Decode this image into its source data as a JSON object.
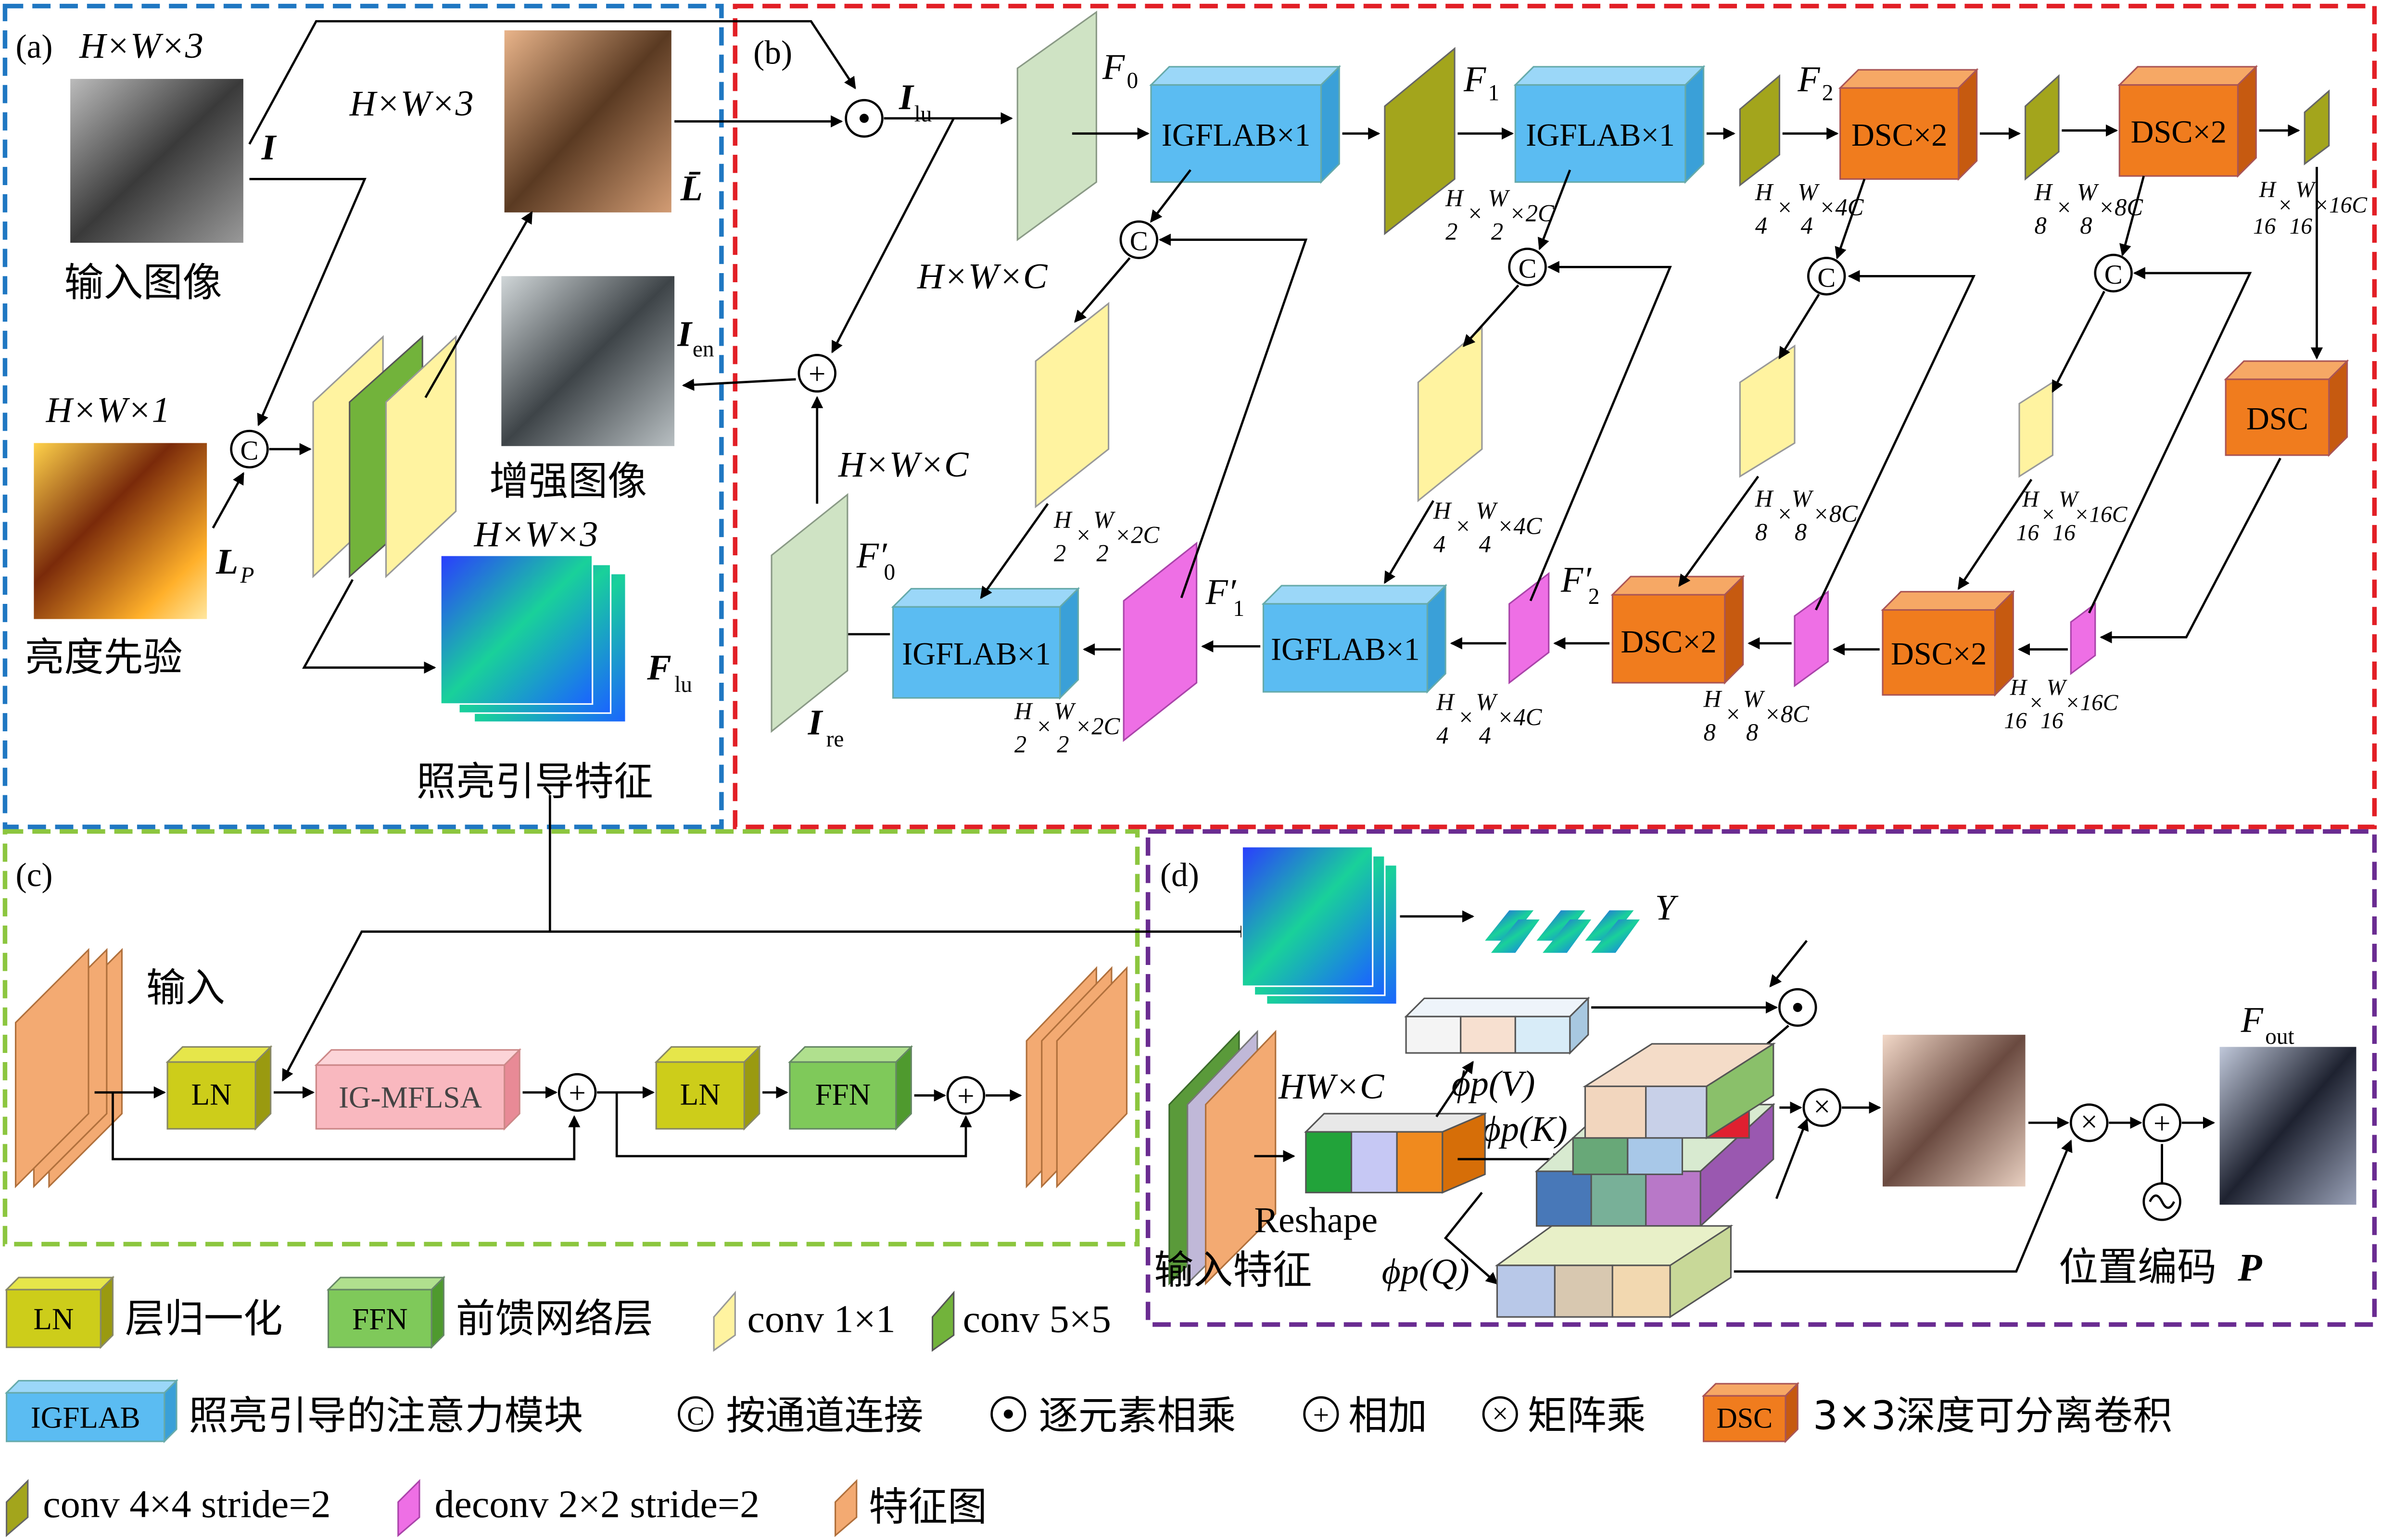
{
  "colors": {
    "panel_a": "#1f77c2",
    "panel_b": "#e21f26",
    "panel_c": "#8cc63f",
    "panel_d": "#6a2c91",
    "cube_blue": "#5bbcf2",
    "cube_orange": "#f07c1e",
    "cube_ln": "#cdcd1a",
    "cube_ffn": "#7fc95a",
    "ig_mflsa": "#f9b8bf",
    "sheet_green": "#cfe3c4",
    "sheet_yellow": "#fff3a0",
    "sheet_olive": "#a3a51c",
    "sheet_pink": "#ee6fe5",
    "sheet_orange": "#f3aa72",
    "conv5": "#72b33b"
  },
  "panels": {
    "a": {
      "label": "(a)",
      "input_dim": "H×W×3",
      "input_symbol": "I",
      "input_caption": "输入图像",
      "lbar_dim": "H×W×3",
      "lbar_symbol": "L̄",
      "enh_symbol": "I",
      "enh_sub": "en",
      "enh_caption": "增强图像",
      "prior_dim": "H×W×1",
      "prior_symbol": "L",
      "prior_sub": "P",
      "prior_caption": "亮度先验",
      "flu_dim": "H×W×3",
      "flu_symbol": "F",
      "flu_sub": "lu",
      "flu_caption": "照亮引导特征"
    },
    "b": {
      "label": "(b)",
      "ilu_symbol": "I",
      "ilu_sub": "lu",
      "f0": "F",
      "f0_sub": "0",
      "f1": "F",
      "f1_sub": "1",
      "f2": "F",
      "f2_sub": "2",
      "f0p": "F′",
      "f0p_sub": "0",
      "f1p": "F′",
      "f1p_sub": "1",
      "f2p": "F′",
      "f2p_sub": "2",
      "ire_symbol": "I",
      "ire_sub": "re",
      "hwc": "H×W×C",
      "hwc2": "H×W×C",
      "igflab": "IGFLAB×1",
      "dsc2": "DSC×2",
      "dsc": "DSC",
      "c2": "×2C",
      "c4": "×4C",
      "c8": "×8C",
      "c16": "×16C",
      "h": "H",
      "w": "W",
      "d2": "2",
      "d4": "4",
      "d8": "8",
      "d16": "16",
      "times": "×"
    },
    "c": {
      "label": "(c)",
      "input": "输入",
      "ln": "LN",
      "ig_mflsa": "IG-MFLSA",
      "ffn": "FFN"
    },
    "d": {
      "label": "(d)",
      "y": "Y",
      "hwc": "HW×C",
      "phi_v": "ϕp(V)",
      "phi_k": "ϕp(K)",
      "phi_q": "ϕp(Q)",
      "reshape": "Reshape",
      "input_feat": "输入特征",
      "fout": "F",
      "fout_sub": "out",
      "pos_enc": "位置编码",
      "pos_enc_symbol": "P"
    }
  },
  "symbols": {
    "concat": "C",
    "plus": "+",
    "dot": "·",
    "times": "×"
  },
  "legend": {
    "ln_chip": "LN",
    "ln_text": "层归一化",
    "ffn_chip": "FFN",
    "ffn_text": "前馈网络层",
    "conv1": "conv 1×1",
    "conv5": "conv 5×5",
    "igflab_chip": "IGFLAB",
    "igflab_text": "照亮引导的注意力模块",
    "concat_text": "按通道连接",
    "dot_text": "逐元素相乘",
    "plus_text": "相加",
    "matmul_text": "矩阵乘",
    "dsc_chip": "DSC",
    "dsc_text": "3×3深度可分离卷积",
    "conv4": "conv 4×4 stride=2",
    "deconv2": "deconv 2×2 stride=2",
    "feature_map": "特征图"
  }
}
